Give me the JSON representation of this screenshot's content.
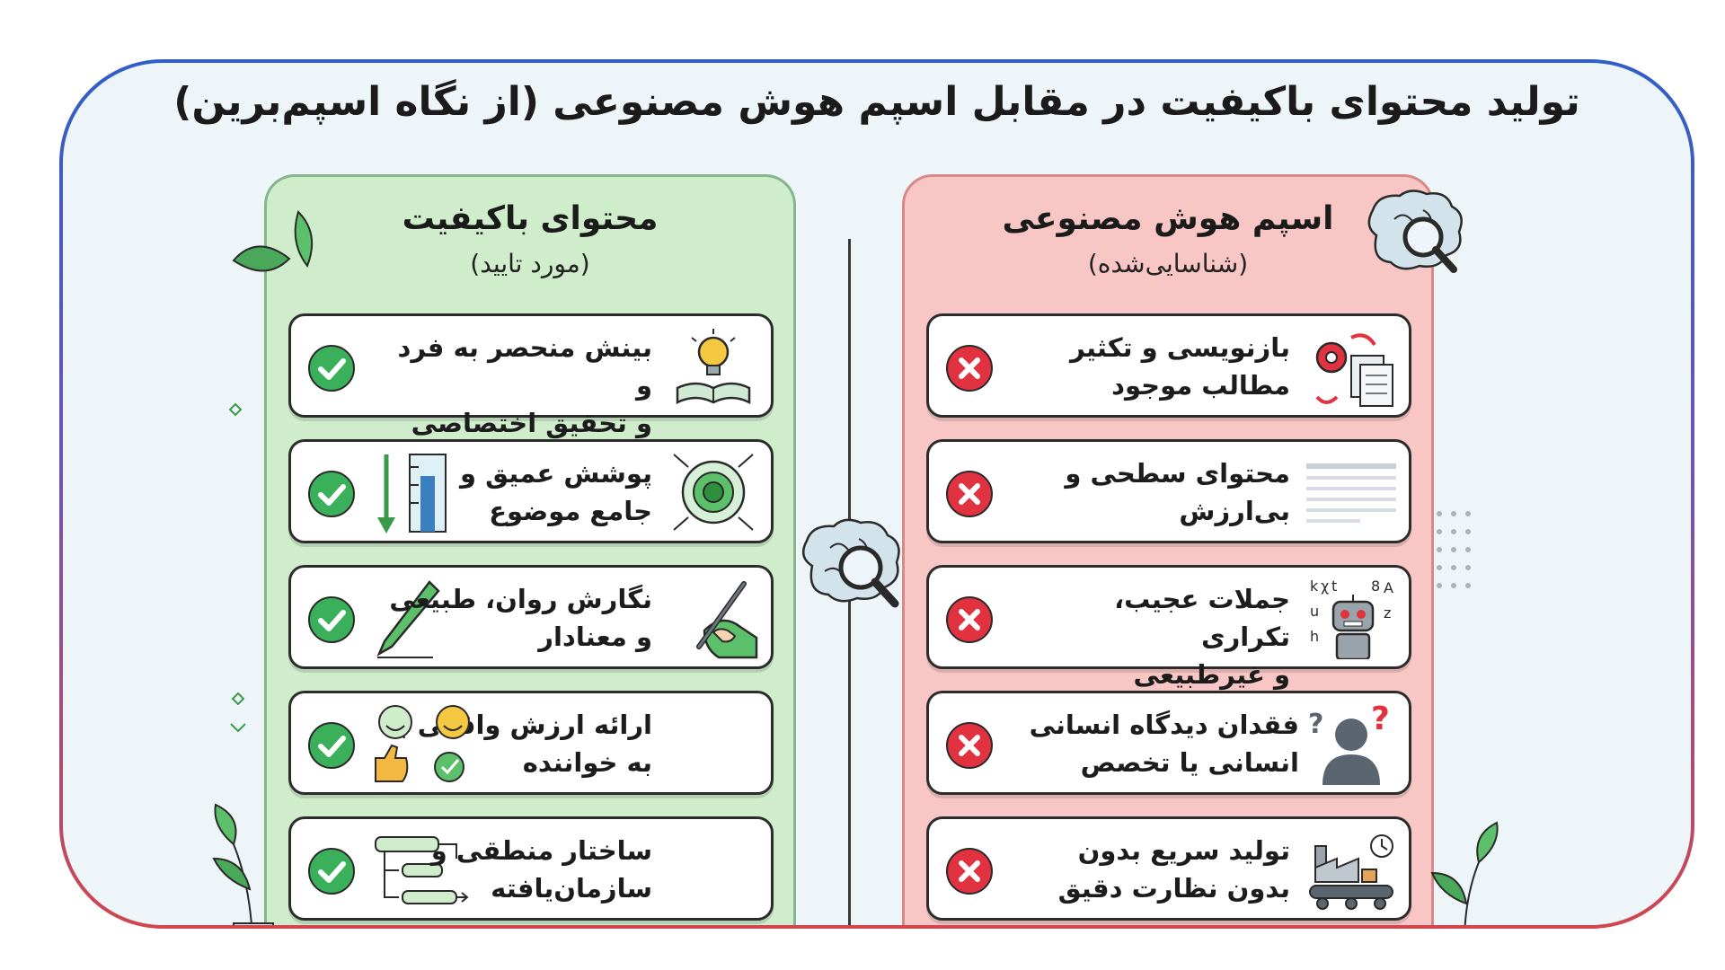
{
  "title": "تولید محتوای باکیفیت در مقابل اسپم هوش مصنوعی (از نگاه اسپم‌برین)",
  "good_panel": {
    "title": "محتوای باکیفیت",
    "subtitle": "(مورد تایید)",
    "items": [
      {
        "line1": "بینش منحصر به فرد و",
        "line2": "و تحقیق اختصاصی",
        "icon": "lightbulb-book-icon"
      },
      {
        "line1": "پوشش عمیق و",
        "line2": "جامع موضوع",
        "icon": "target-depth-icon"
      },
      {
        "line1": "نگارش روان، طبیعی",
        "line2": "و معنادار",
        "icon": "pen-writing-icon"
      },
      {
        "line1": "ارائه ارزش واقعی به",
        "line2": "به خواننده",
        "icon": "happy-reader-icon"
      },
      {
        "line1": "ساختار منطقی و",
        "line2": "سازمان‌یافته",
        "icon": "flowchart-icon"
      }
    ]
  },
  "bad_panel": {
    "title": "اسپم هوش مصنوعی",
    "subtitle": "(شناسایی‌شده)",
    "items": [
      {
        "line1": "بازنویسی و تکثیر",
        "line2": "مطالب موجود",
        "icon": "gear-documents-icon"
      },
      {
        "line1": "محتوای سطحی و",
        "line2": "بی‌ارزش",
        "icon": "shallow-lines-icon"
      },
      {
        "line1": "جملات عجیب، تکراری",
        "line2": "و غیرطبیعی",
        "icon": "robot-icon"
      },
      {
        "line1": "فقدان دیدگاه انسانی",
        "line2": "انسانی یا تخصص",
        "icon": "person-question-icon"
      },
      {
        "line1": "تولید سریع بدون",
        "line2": "بدون نظارت دقیق",
        "icon": "factory-icon"
      }
    ]
  },
  "robot_letters": {
    "l1": "k",
    "l2": "χ",
    "l3": "t",
    "l4": "8",
    "l5": "A",
    "l6": "u",
    "l7": "z",
    "l8": "h"
  },
  "colors": {
    "good_bg": "#cfeccb",
    "bad_bg": "#f8c6c4",
    "check": "#3bb05a",
    "cross": "#e0323f"
  }
}
